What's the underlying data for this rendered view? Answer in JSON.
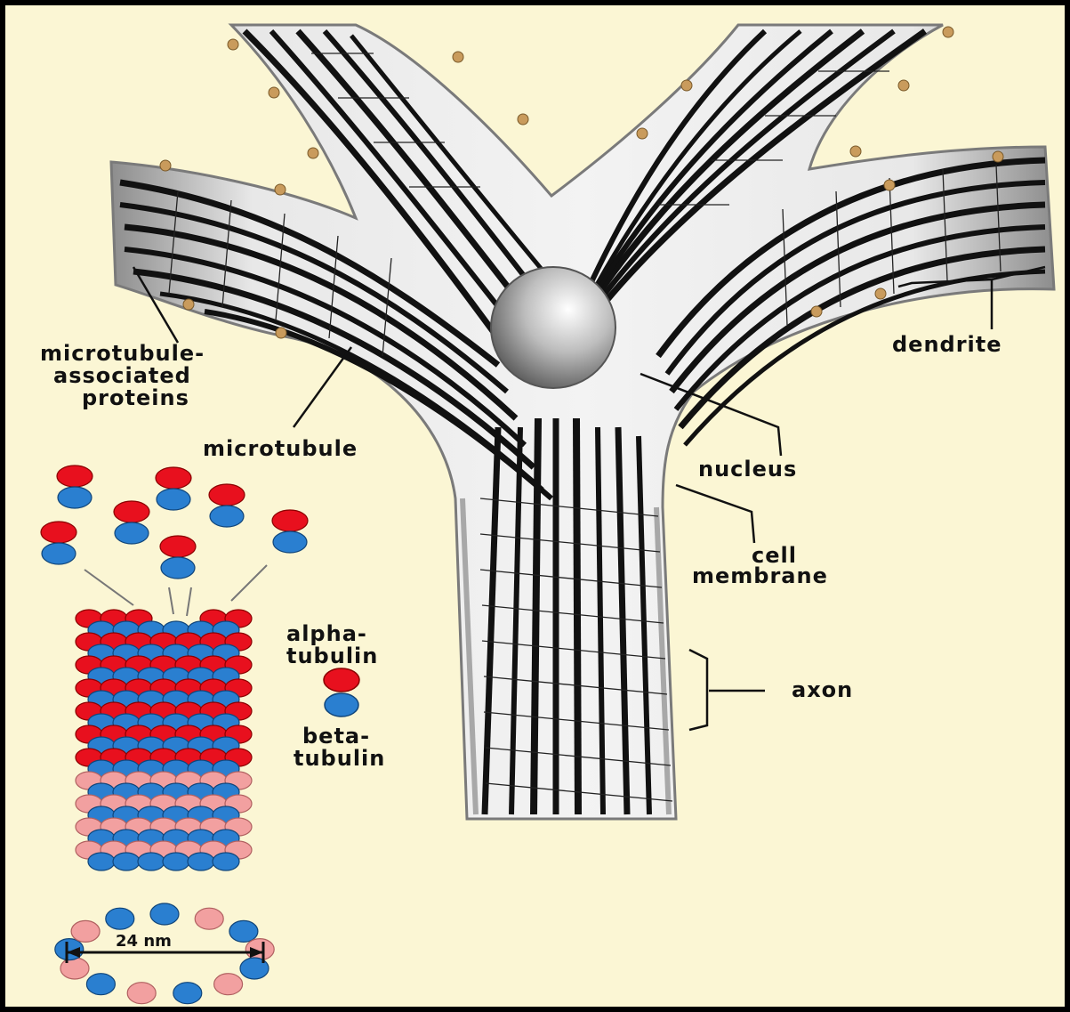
{
  "colors": {
    "background": "#fbf6d4",
    "membrane": "#c9c9c9",
    "microtubule": "#111111",
    "alpha_tubulin": "#e8101e",
    "beta_tubulin": "#2a7fd0",
    "faded_tubulin": "#f2a0a0",
    "receptor": "#c99b5c"
  },
  "labels": {
    "maps_line1": "microtubule-",
    "maps_line2": "associated",
    "maps_line3": "proteins",
    "microtubule": "microtubule",
    "nucleus": "nucleus",
    "cell_line1": "cell",
    "cell_line2": "membrane",
    "dendrite": "dendrite",
    "axon": "axon",
    "alpha_line1": "alpha-",
    "alpha_line2": "tubulin",
    "beta_line1": "beta-",
    "beta_line2": "tubulin",
    "diameter": "24 nm"
  }
}
